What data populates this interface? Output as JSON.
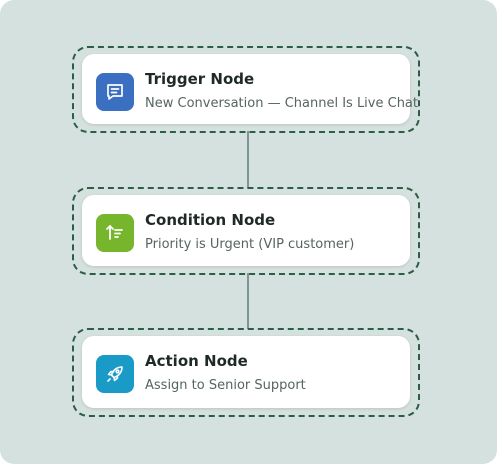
{
  "workflow": {
    "nodes": [
      {
        "title": "Trigger Node",
        "subtitle": "New Conversation — Channel Is Live Chat",
        "icon": "chat-message-icon",
        "icon_color": "#3b6fc2"
      },
      {
        "title": "Condition Node",
        "subtitle": "Priority is Urgent (VIP customer)",
        "icon": "sort-priority-icon",
        "icon_color": "#77b52c"
      },
      {
        "title": "Action Node",
        "subtitle": "Assign to Senior Support",
        "icon": "rocket-icon",
        "icon_color": "#1a9ac7"
      }
    ]
  }
}
